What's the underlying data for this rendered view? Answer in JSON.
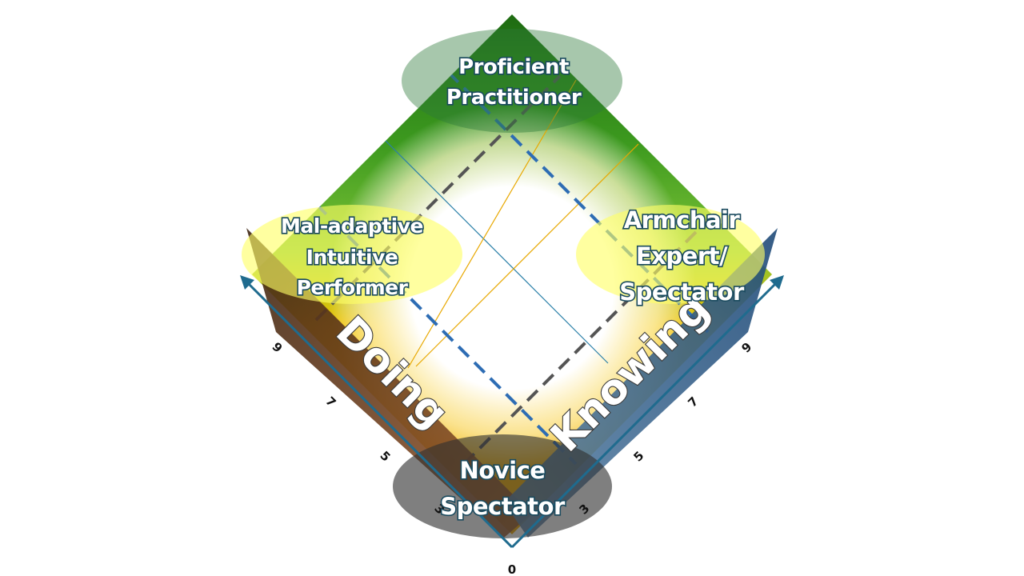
{
  "regions": {
    "top": [
      "Proficient",
      "Practitioner"
    ],
    "left": [
      "Mal-adaptive",
      "Intuitive",
      "Performer"
    ],
    "right": [
      "Armchair",
      "Expert/",
      "Spectator"
    ],
    "bottom": [
      "Novice",
      "Spectator"
    ]
  },
  "axes": {
    "doing": "Doing",
    "knowing": "Knowing",
    "origin": "0",
    "doing_ticks": [
      "3",
      "5",
      "7",
      "9"
    ],
    "knowing_ticks": [
      "3",
      "5",
      "7",
      "9"
    ]
  },
  "colors": {
    "green": "#2e7d1a",
    "yellow": "#f5b800",
    "doing_axis": "#6b4226",
    "knowing_axis": "#2f5f8a",
    "dashed_dark": "#555555",
    "dashed_blue": "#2e6db4"
  }
}
